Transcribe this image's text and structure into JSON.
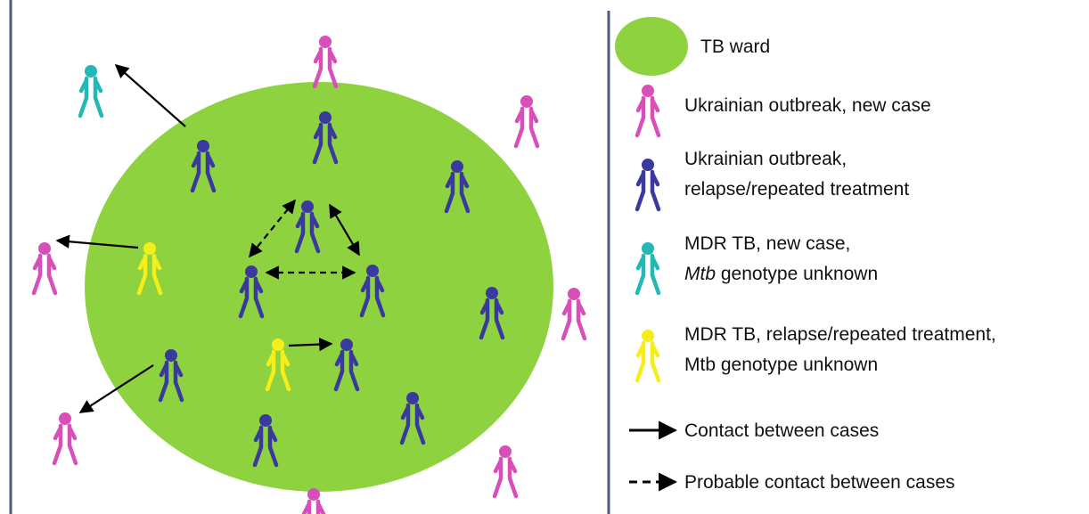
{
  "colors": {
    "ward": "#8ED33F",
    "frame": "#4A5B80",
    "ukr_new": "#D84FB9",
    "ukr_relapse": "#3A3A9E",
    "mdr_new": "#22B8B6",
    "mdr_relapse": "#F5EE1A",
    "arrow": "#000000"
  },
  "legend": {
    "ward": "TB ward",
    "ukr_new": "Ukrainian outbreak, new case",
    "ukr_relapse_line1": "Ukrainian outbreak,",
    "ukr_relapse_line2": "relapse/repeated treatment",
    "mdr_new_line1": "MDR TB, new case,",
    "mdr_new_line2_italic": "Mtb",
    "mdr_new_line2_rest": " genotype unknown",
    "mdr_relapse_line1": "MDR TB, relapse/repeated treatment,",
    "mdr_relapse_line2": "Mtb genotype unknown",
    "contact": "Contact between cases",
    "probable_contact": "Probable contact between cases"
  },
  "people": [
    {
      "type": "ukr_new",
      "where": "outside top"
    },
    {
      "type": "mdr_new",
      "where": "outside top-left"
    },
    {
      "type": "ukr_new",
      "where": "outside top-right"
    },
    {
      "type": "ukr_new",
      "where": "outside left"
    },
    {
      "type": "ukr_new",
      "where": "outside right"
    },
    {
      "type": "ukr_new",
      "where": "outside bottom-left"
    },
    {
      "type": "ukr_new",
      "where": "outside bottom"
    },
    {
      "type": "ukr_new",
      "where": "outside bottom-right"
    },
    {
      "type": "ukr_relapse",
      "where": "ward"
    },
    {
      "type": "ukr_relapse",
      "where": "ward"
    },
    {
      "type": "ukr_relapse",
      "where": "ward"
    },
    {
      "type": "ukr_relapse",
      "where": "ward triangle top"
    },
    {
      "type": "ukr_relapse",
      "where": "ward triangle left"
    },
    {
      "type": "ukr_relapse",
      "where": "ward triangle right"
    },
    {
      "type": "ukr_relapse",
      "where": "ward"
    },
    {
      "type": "ukr_relapse",
      "where": "ward"
    },
    {
      "type": "ukr_relapse",
      "where": "ward"
    },
    {
      "type": "ukr_relapse",
      "where": "ward"
    },
    {
      "type": "ukr_relapse",
      "where": "ward"
    },
    {
      "type": "mdr_relapse",
      "where": "ward left"
    },
    {
      "type": "mdr_relapse",
      "where": "ward center"
    }
  ]
}
